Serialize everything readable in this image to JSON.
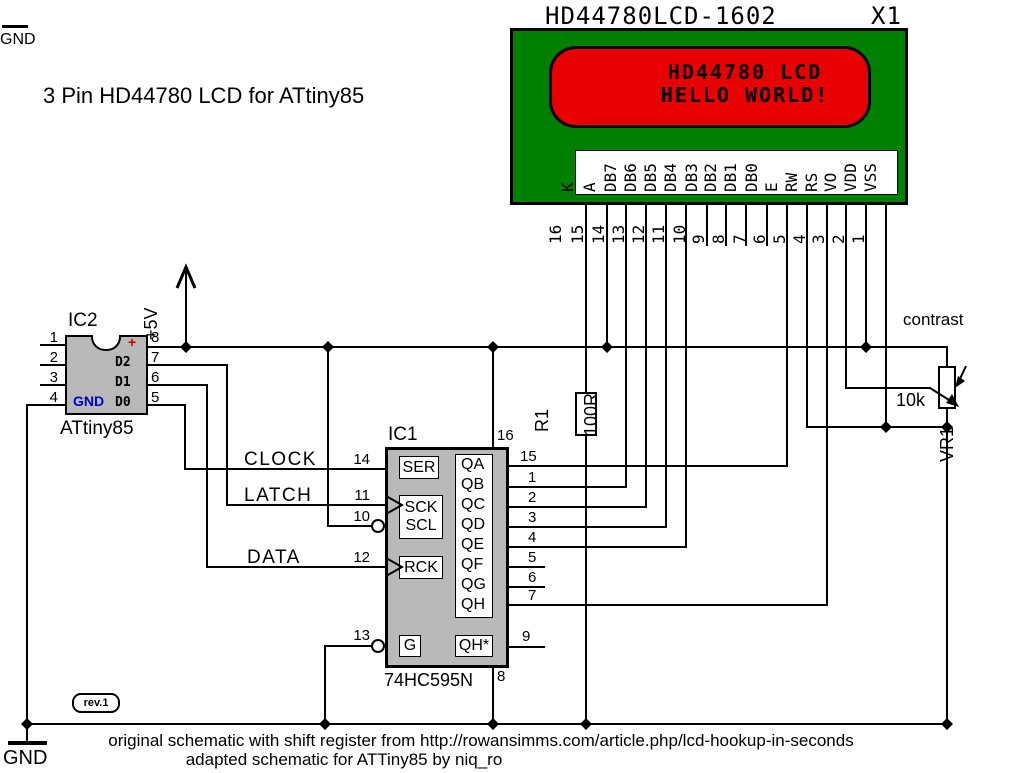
{
  "page_title": "3 Pin HD44780 LCD for ATtiny85",
  "lcd": {
    "part_label": "HD44780LCD-1602",
    "designator": "X1",
    "display_lines": [
      "HD44780 LCD",
      "HELLO WORLD!"
    ],
    "pins": [
      {
        "number": "16",
        "name": "K"
      },
      {
        "number": "15",
        "name": "A"
      },
      {
        "number": "14",
        "name": "DB7"
      },
      {
        "number": "13",
        "name": "DB6"
      },
      {
        "number": "12",
        "name": "DB5"
      },
      {
        "number": "11",
        "name": "DB4"
      },
      {
        "number": "10",
        "name": "DB3"
      },
      {
        "number": "9",
        "name": "DB2"
      },
      {
        "number": "8",
        "name": "DB1"
      },
      {
        "number": "7",
        "name": "DB0"
      },
      {
        "number": "6",
        "name": "E"
      },
      {
        "number": "5",
        "name": "RW"
      },
      {
        "number": "4",
        "name": "RS"
      },
      {
        "number": "3",
        "name": "VO"
      },
      {
        "number": "2",
        "name": "VDD"
      },
      {
        "number": "1",
        "name": "VSS"
      }
    ]
  },
  "mcu": {
    "designator": "IC2",
    "part": "ATtiny85",
    "pin_numbers_left": [
      "1",
      "2",
      "3",
      "4"
    ],
    "pin_numbers_right": [
      "8",
      "7",
      "6",
      "5"
    ],
    "positive_mark": "+",
    "pin_labels": {
      "d2": "D2",
      "d1": "D1",
      "d0": "D0",
      "gnd": "GND"
    }
  },
  "shift_register": {
    "designator": "IC1",
    "part": "74HC595N",
    "vcc_pin": "16",
    "gnd_pin": "8",
    "left_pins": [
      {
        "number": "14",
        "label": "SER"
      },
      {
        "number": "11",
        "label": "SCK"
      },
      {
        "number": "10",
        "label": "SCL"
      },
      {
        "number": "12",
        "label": "RCK"
      },
      {
        "number": "13",
        "label": "G"
      }
    ],
    "right_pins": [
      {
        "number": "15",
        "label": "QA"
      },
      {
        "number": "1",
        "label": "QB"
      },
      {
        "number": "2",
        "label": "QC"
      },
      {
        "number": "3",
        "label": "QD"
      },
      {
        "number": "4",
        "label": "QE"
      },
      {
        "number": "5",
        "label": "QF"
      },
      {
        "number": "6",
        "label": "QG"
      },
      {
        "number": "7",
        "label": "QH"
      },
      {
        "number": "9",
        "label": "QH*"
      }
    ]
  },
  "resistor": {
    "designator": "R1",
    "value": "100R"
  },
  "potentiometer": {
    "designator": "VR1",
    "value": "10k",
    "note": "contrast"
  },
  "power": {
    "vcc_label": "+5V",
    "gnd_label": "GND"
  },
  "signal_labels": {
    "clock": "CLOCK",
    "latch": "LATCH",
    "data": "DATA"
  },
  "revision": "rev.1",
  "footer_lines": [
    "original schematic with shift register from http://rowansimms.com/article.php/lcd-hookup-in-seconds",
    "adapted schematic for ATTiny85 by niq_ro"
  ],
  "colors": {
    "lcd_body": "#008000",
    "lcd_screen": "#e80000",
    "ic_fill": "#b9b9b9",
    "gnd_text": "#0000cc",
    "plus_mark": "#cc0000"
  }
}
